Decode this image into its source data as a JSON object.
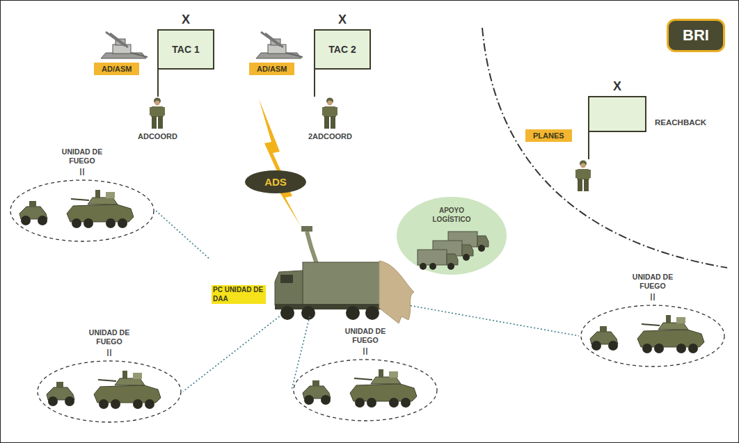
{
  "diagram": {
    "nodes": [
      {
        "text": [
          "X",
          "TAC 1"
        ]
      },
      {
        "text": [
          "AD/ASM"
        ]
      },
      {
        "text": [
          "X",
          "TAC 2"
        ]
      },
      {
        "text": [
          "AD/ASM"
        ]
      },
      {
        "text": [
          "BRI"
        ]
      },
      {
        "text": [
          "X",
          "REACHBACK"
        ]
      },
      {
        "text": [
          "PLANES"
        ]
      },
      {
        "text": [
          "ADS"
        ]
      },
      {
        "text": [
          "UNIDAD DE FUEGO",
          "II"
        ]
      },
      {
        "text": [
          "APOYO LOGÍSTICO"
        ]
      },
      {
        "text": [
          "PC UNIDAD DE DAA"
        ]
      },
      {
        "text": [
          "UNIDAD DE FUEGO",
          "II"
        ]
      },
      {
        "text": [
          "UNIDAD DE FUEGO",
          "II"
        ]
      },
      {
        "text": [
          "UNIDAD DE FUEGO",
          "II"
        ]
      }
    ],
    "edges": [
      {
        "from": 10,
        "to": 8,
        "arrow": "none"
      },
      {
        "from": 10,
        "to": 12,
        "arrow": "none"
      },
      {
        "from": 10,
        "to": 13,
        "arrow": "none"
      },
      {
        "from": 10,
        "to": 11,
        "arrow": "none"
      }
    ],
    "labels": [
      "ADCOORD",
      "2ADCOORD"
    ]
  }
}
